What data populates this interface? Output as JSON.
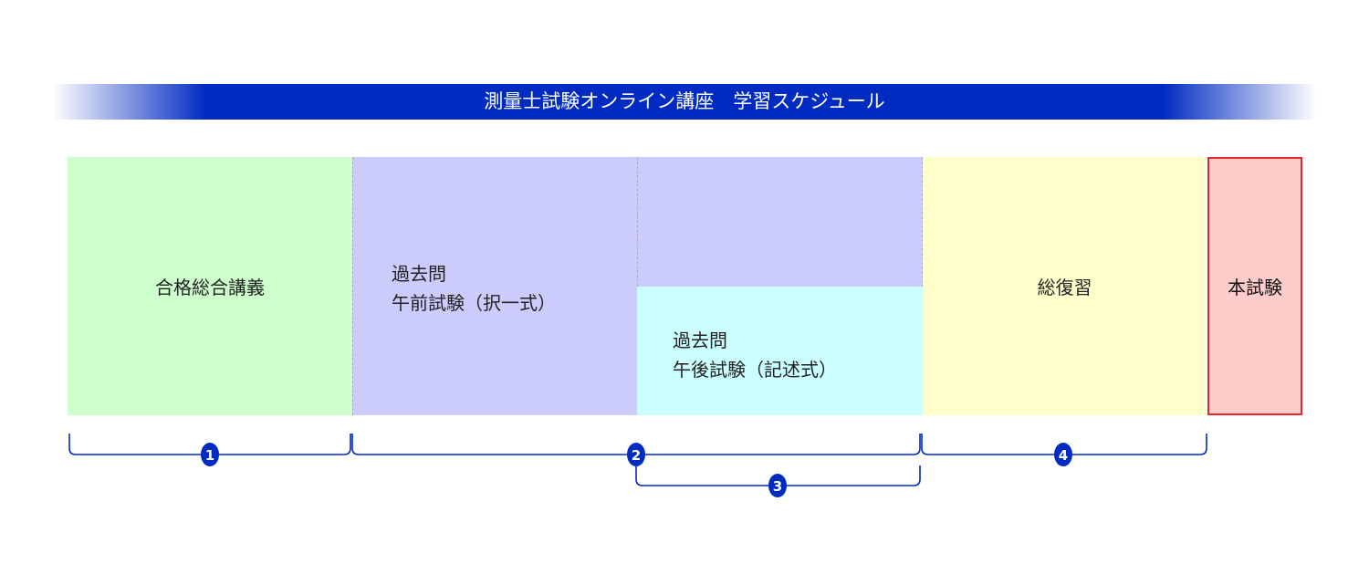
{
  "title": "測量士試験オンライン講座　学習スケジュール",
  "phases": {
    "general": "合格総合講義",
    "past_am_line1": "過去問",
    "past_am_line2": "午前試験（択一式）",
    "past_pm_line1": "過去問",
    "past_pm_line2": "午後試験（記述式）",
    "review": "総復習",
    "exam": "本試験"
  },
  "steps": [
    "1",
    "2",
    "3",
    "4"
  ],
  "colors": {
    "accent": "#002bc2",
    "general": "#ccffcc",
    "past_am": "#ccccfc",
    "past_pm": "#ccffff",
    "review": "#ffffcc",
    "exam": "#ffcccc",
    "exam_border": "#e8262e"
  }
}
